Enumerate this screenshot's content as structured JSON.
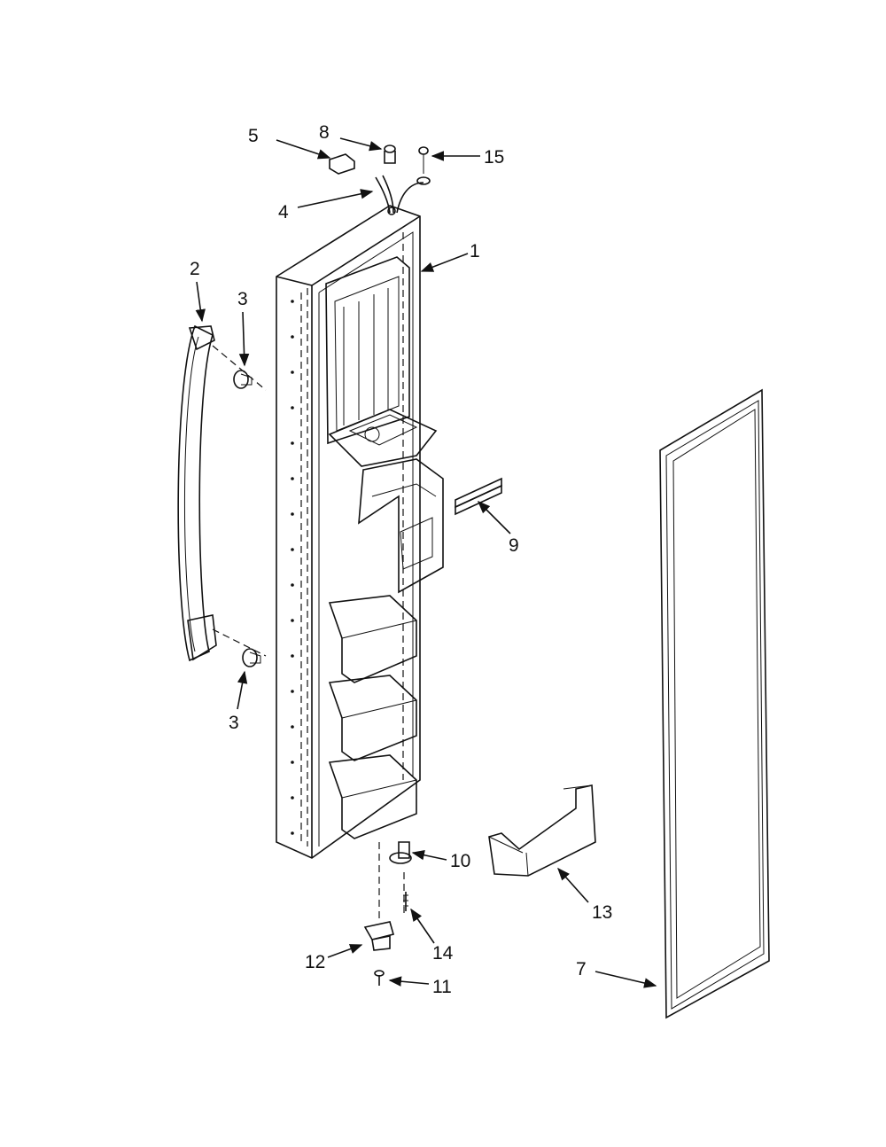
{
  "callouts": {
    "c1": "1",
    "c2": "2",
    "c3a": "3",
    "c3b": "3",
    "c4": "4",
    "c5": "5",
    "c7": "7",
    "c8": "8",
    "c9": "9",
    "c10": "10",
    "c11": "11",
    "c12": "12",
    "c13": "13",
    "c14": "14",
    "c15": "15"
  }
}
